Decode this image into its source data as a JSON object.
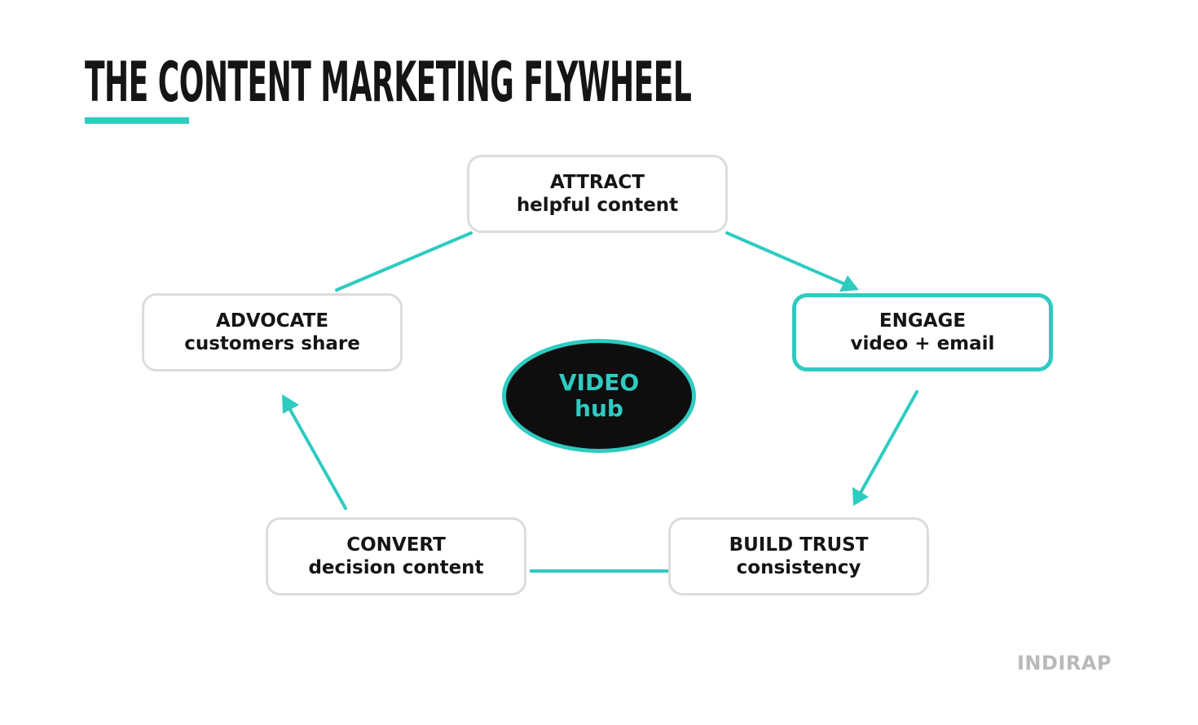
{
  "title": "THE CONTENT MARKETING FLYWHEEL",
  "colors": {
    "accent": "#2ecbc1",
    "text": "#151515",
    "node_border": "#dcdcdc",
    "hub_fill": "#0e0e0e",
    "brand": "#b9b9b9"
  },
  "nodes": {
    "attract": {
      "label": "ATTRACT",
      "sub": "helpful content"
    },
    "engage": {
      "label": "ENGAGE",
      "sub": "video + email"
    },
    "build_trust": {
      "label": "BUILD TRUST",
      "sub": "consistency"
    },
    "convert": {
      "label": "CONVERT",
      "sub": "decision content"
    },
    "advocate": {
      "label": "ADVOCATE",
      "sub": "customers share"
    }
  },
  "hub": {
    "line1": "VIDEO",
    "line2": "hub"
  },
  "brand": "INDIRAP"
}
